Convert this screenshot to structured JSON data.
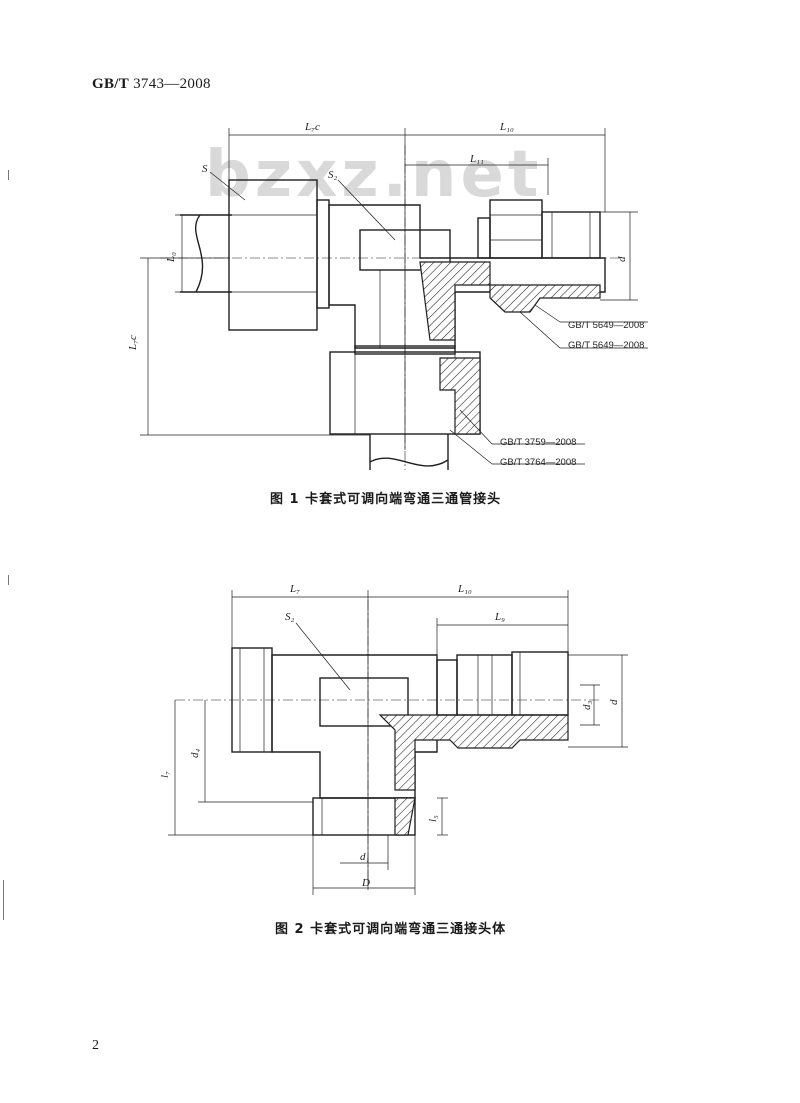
{
  "header": {
    "standard": "GB/T",
    "number": "3743—2008"
  },
  "watermark": "bzxz.net",
  "figure1": {
    "caption": "图 1   卡套式可调向端弯通三通管接头",
    "labels": {
      "S": "S",
      "S2": "S₂",
      "L7c": "L₇c",
      "L10": "L₁₀",
      "L11": "L₁₁",
      "L7c_v": "L₇c",
      "L0": "L₀",
      "d": "d"
    },
    "references": [
      "GB/T 5649—2008",
      "GB/T 5649—2008",
      "GB/T 3759—2008",
      "GB/T 3764—2008"
    ]
  },
  "figure2": {
    "caption": "图 2   卡套式可调向端弯通三通接头体",
    "labels": {
      "L7": "L₇",
      "L10": "L₁₀",
      "S2": "S₂",
      "L9": "L₉",
      "d3": "d₃",
      "d": "d",
      "d4": "d₄",
      "l7": "l₇",
      "l5": "l₅",
      "d1": "d₁",
      "D": "D"
    }
  },
  "page_number": "2"
}
